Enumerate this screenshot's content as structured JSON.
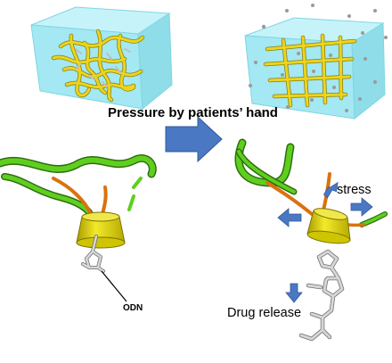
{
  "labels": {
    "title": "Pressure by patients’ hand",
    "stress": "stress",
    "drug_release": "Drug release",
    "odn": "ODN"
  },
  "colors": {
    "gel_box": "#a8ecf4",
    "fiber": "#e6d21a",
    "fiber_shadow": "#9c8e12",
    "strand": "#5fcf1f",
    "strand_dark": "#2f6e10",
    "linker": "#d9720f",
    "cap": "#dfd300",
    "arrow": "#4a78c2",
    "drug": "#c8c8c8"
  }
}
